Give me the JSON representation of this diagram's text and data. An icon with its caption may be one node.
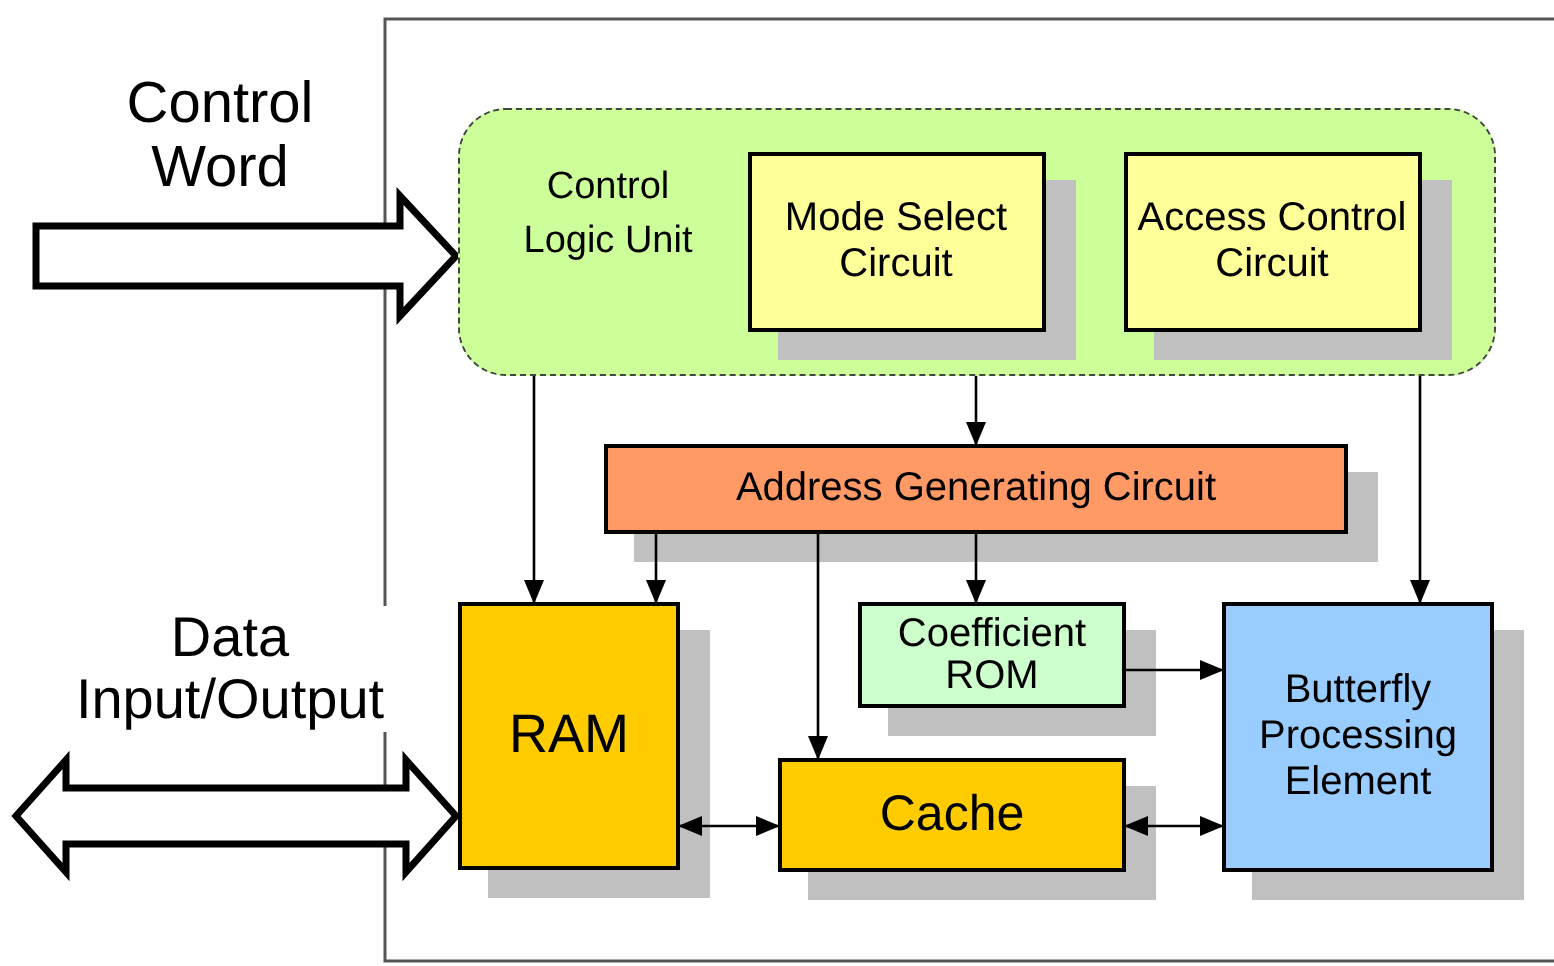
{
  "diagram": {
    "nodes": [
      {
        "text": [
          "Control Logic Unit"
        ]
      },
      {
        "text": [
          "Mode Select Circuit"
        ],
        "in": 0
      },
      {
        "text": [
          "Access Control Circuit"
        ],
        "in": 0
      },
      {
        "text": [
          "Address Generating Circuit"
        ]
      },
      {
        "text": [
          "RAM"
        ]
      },
      {
        "text": [
          "Coefficient ROM"
        ]
      },
      {
        "text": [
          "Cache"
        ]
      },
      {
        "text": [
          "Butterfly Processing Element"
        ]
      }
    ],
    "edges": [
      {
        "from": null,
        "to": 0,
        "arrow": "to",
        "label": "Control Word",
        "style": "thick"
      },
      {
        "from": null,
        "to": 4,
        "arrow": "both",
        "label": "Data Input/Output",
        "style": "thick"
      },
      {
        "from": 0,
        "to": 4,
        "arrow": "to"
      },
      {
        "from": 0,
        "to": 3,
        "arrow": "to"
      },
      {
        "from": 0,
        "to": 7,
        "arrow": "to"
      },
      {
        "from": 3,
        "to": 4,
        "arrow": "to"
      },
      {
        "from": 3,
        "to": 6,
        "arrow": "to"
      },
      {
        "from": 3,
        "to": 5,
        "arrow": "to"
      },
      {
        "from": 5,
        "to": 7,
        "arrow": "to"
      },
      {
        "from": 4,
        "to": 6,
        "arrow": "both"
      },
      {
        "from": 6,
        "to": 7,
        "arrow": "both"
      }
    ]
  }
}
